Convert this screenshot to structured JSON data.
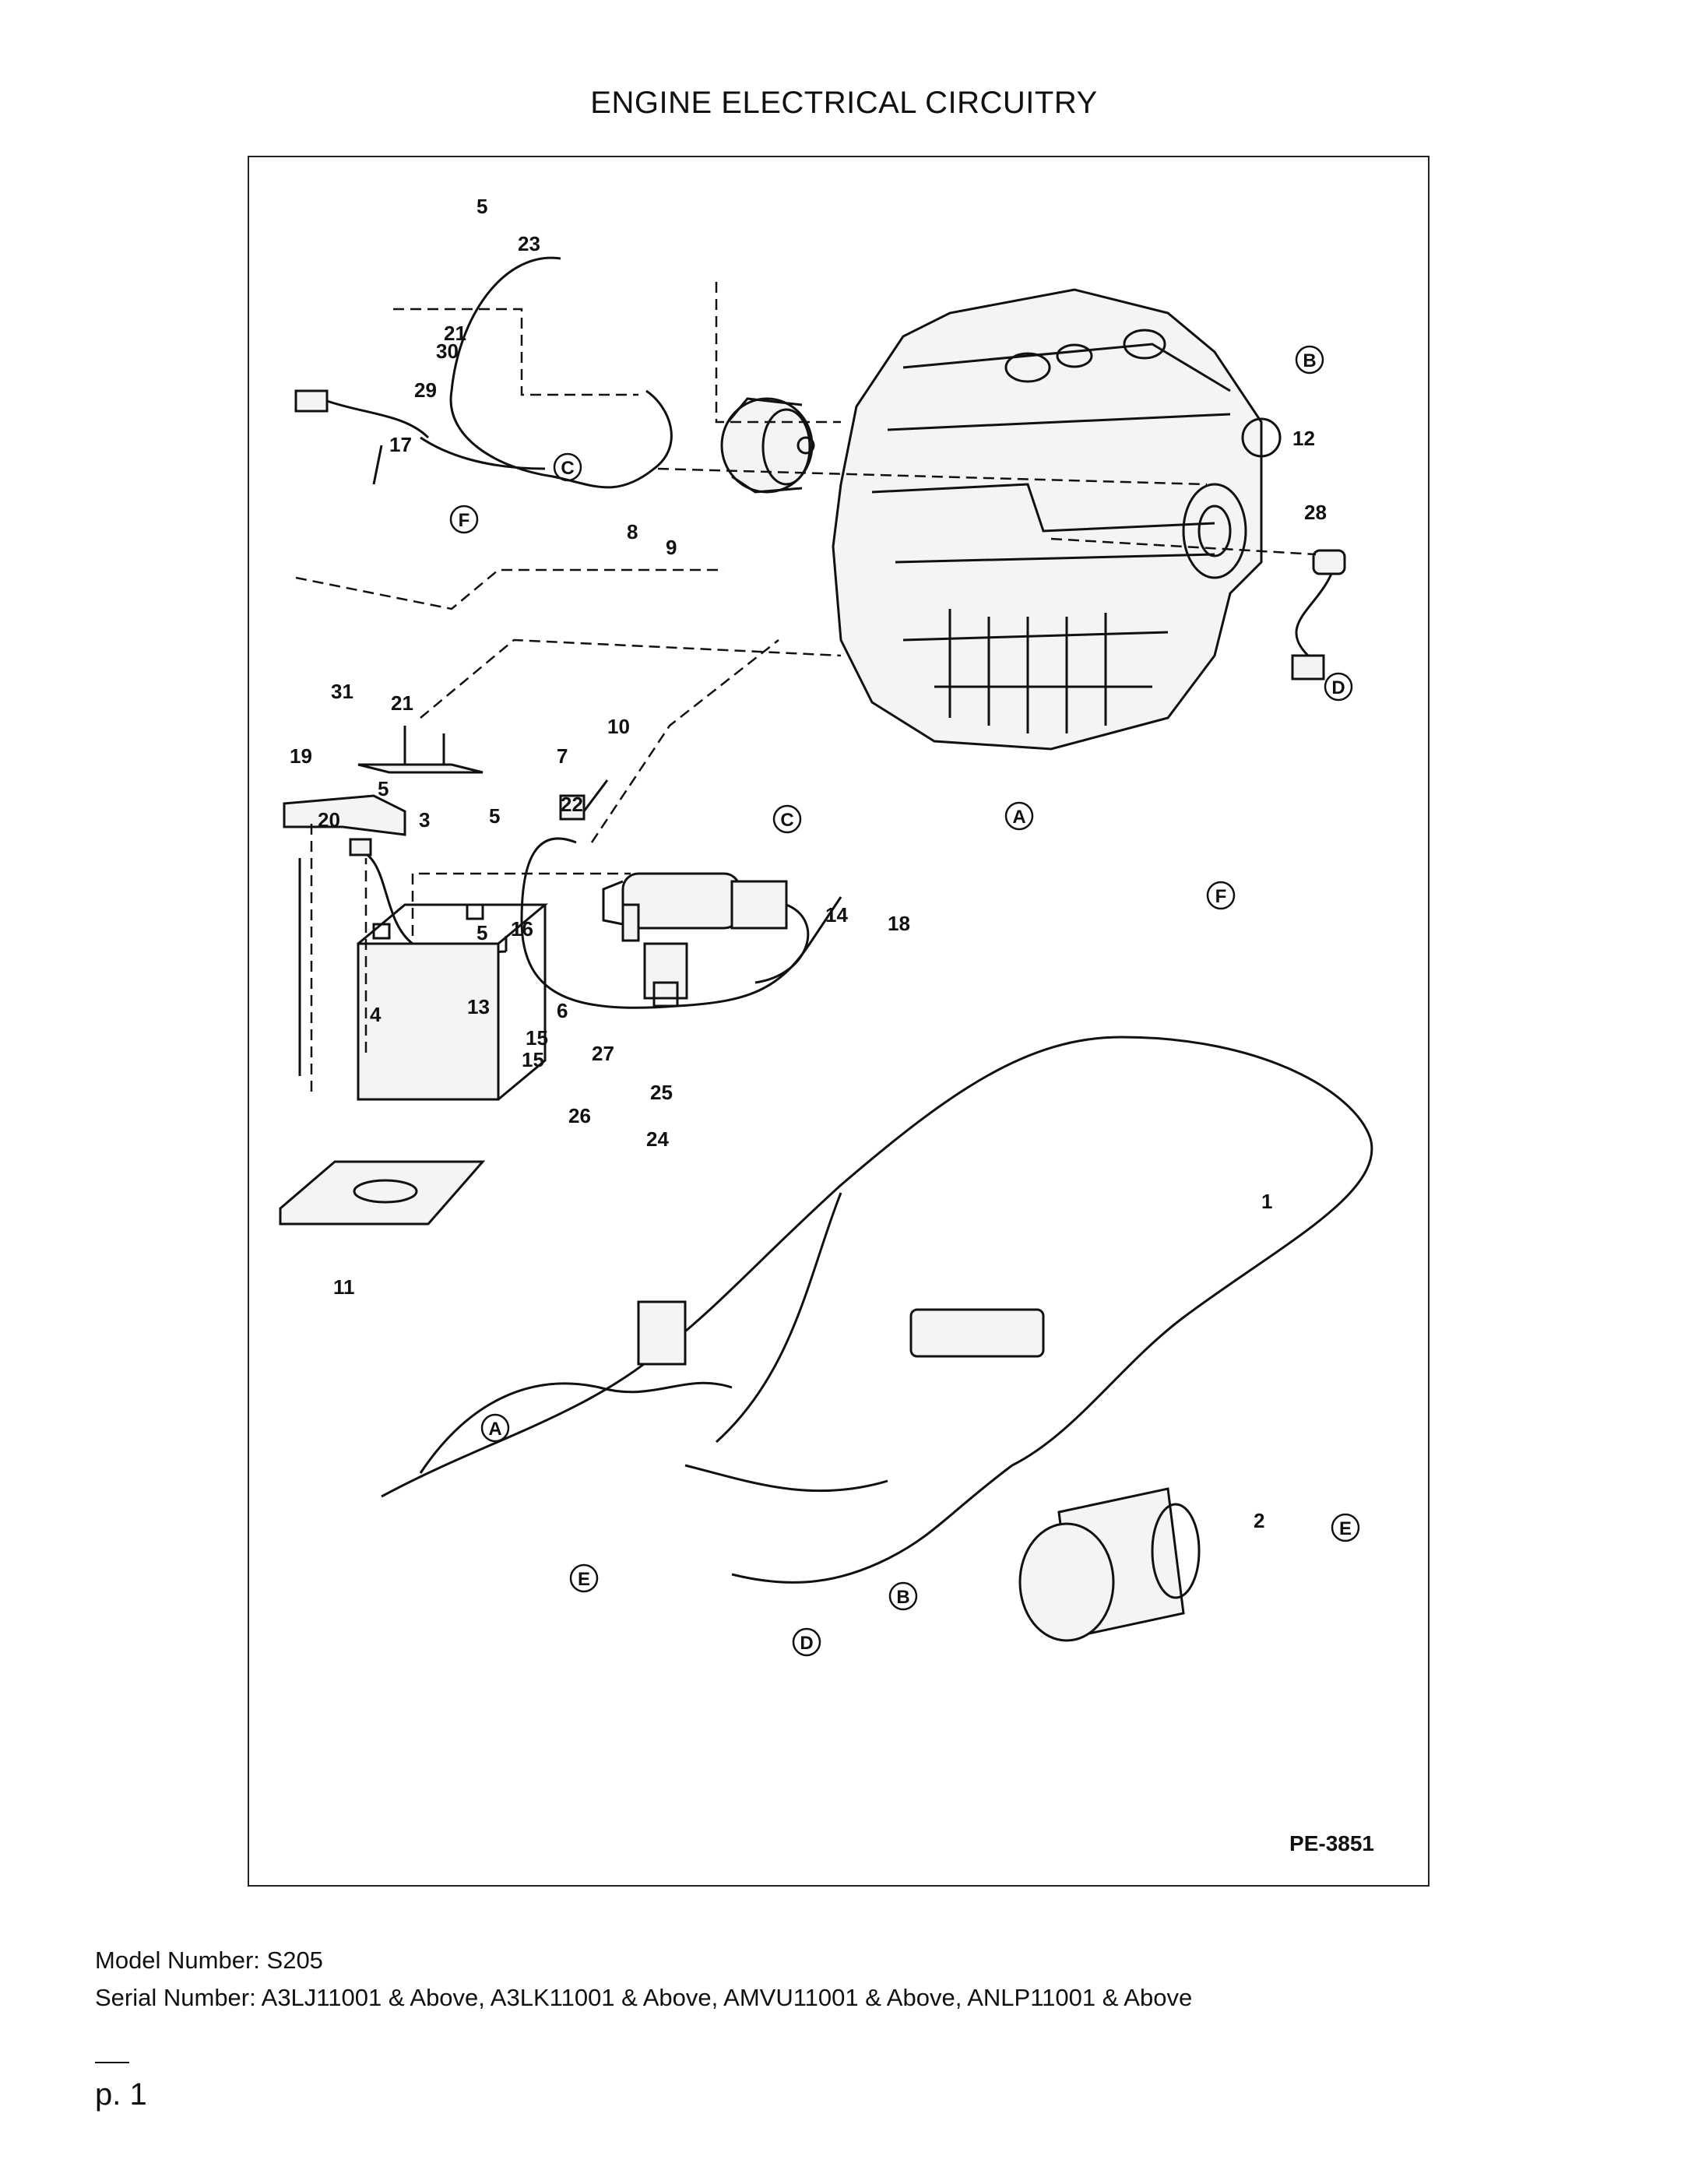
{
  "page": {
    "title": "ENGINE ELECTRICAL CIRCUITRY",
    "model_line": "Model Number: S205",
    "serial_line": "Serial Number: A3LJ11001 & Above, A3LK11001 & Above, AMVU11001 & Above, ANLP11001 & Above",
    "page_number": "p. 1"
  },
  "diagram": {
    "figure_code": "PE-3851",
    "callouts": [
      "1",
      "2",
      "3",
      "4",
      "5",
      "5",
      "5",
      "5",
      "6",
      "7",
      "8",
      "9",
      "10",
      "11",
      "12",
      "13",
      "14",
      "15",
      "15",
      "16",
      "17",
      "18",
      "19",
      "20",
      "21",
      "21",
      "22",
      "23",
      "24",
      "25",
      "26",
      "27",
      "28",
      "29",
      "30",
      "31"
    ],
    "connectors": [
      "A",
      "A",
      "B",
      "B",
      "C",
      "C",
      "D",
      "D",
      "E",
      "E",
      "F",
      "F"
    ]
  }
}
